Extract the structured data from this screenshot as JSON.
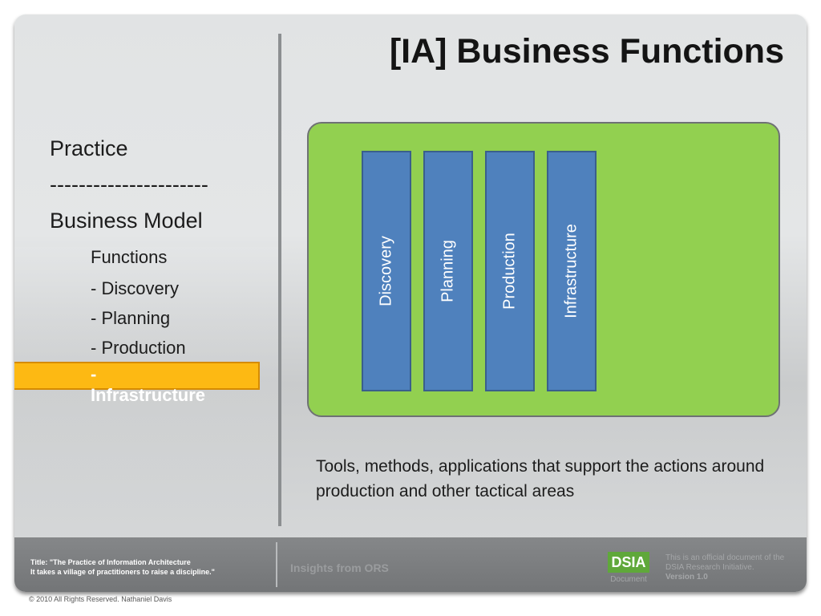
{
  "slide": {
    "title": "[IA] Business Functions"
  },
  "nav": {
    "practice": "Practice",
    "separator": "----------------------",
    "business_model": "Business Model",
    "functions": "Functions",
    "discovery": "- Discovery",
    "planning": "- Planning",
    "production": "- Production",
    "infrastructure_active": "- Infrastructure"
  },
  "diagram": {
    "columns": [
      "Discovery",
      "Planning",
      "Production",
      "Infrastructure"
    ]
  },
  "description": "Tools, methods, applications that support the actions around production and other tactical areas",
  "footer": {
    "title_line1": "Title: \"The Practice of Information Architecture",
    "title_line2": "It takes a village of practitioners to raise a discipline.\"",
    "insights": "Insights from ORS",
    "badge": "DSIA",
    "badge_sub": "Document",
    "note_line1": "This is an official document of the",
    "note_line2": "DSIA Research Initiative.",
    "note_line3": "Version 1.0"
  },
  "copyright": "© 2010 All Rights Reserved. Nathaniel Davis",
  "colors": {
    "accent_active": "#fdb913",
    "diagram_bg": "#92d050",
    "column_bg": "#4f81bd",
    "badge_bg": "#5fa83a"
  }
}
